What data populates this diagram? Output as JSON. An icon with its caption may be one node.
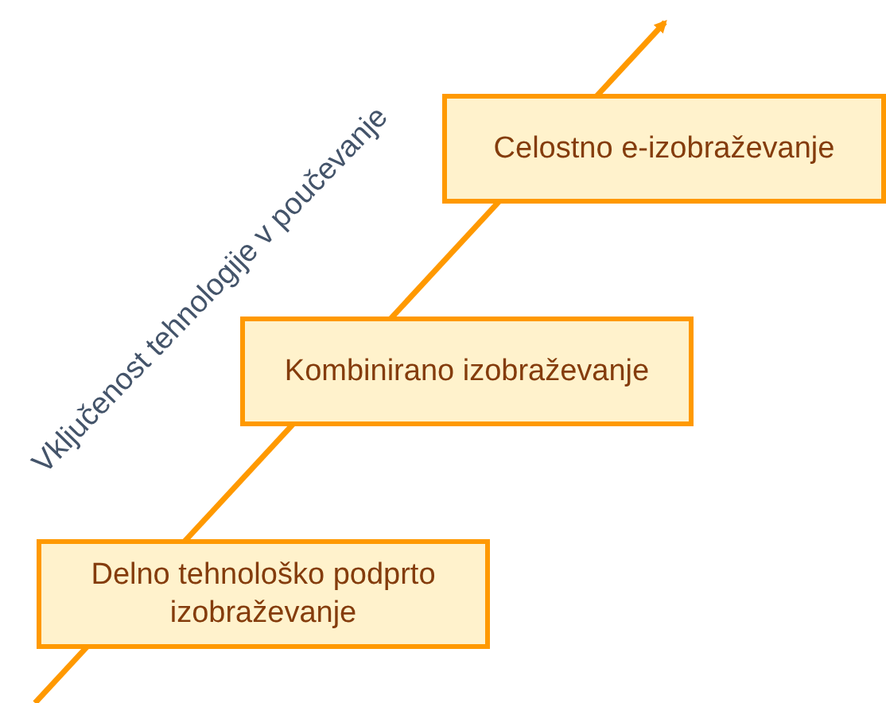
{
  "diagram": {
    "nodes": [
      {
        "text": [
          "Celostno e-izobraževanje"
        ]
      },
      {
        "text": [
          "Kombinirano izobraževanje"
        ]
      },
      {
        "text": [
          "Delno tehnološko podprto izobraževanje"
        ]
      }
    ],
    "labels": [
      "Vključenost tehnologije v poučevanje"
    ]
  }
}
